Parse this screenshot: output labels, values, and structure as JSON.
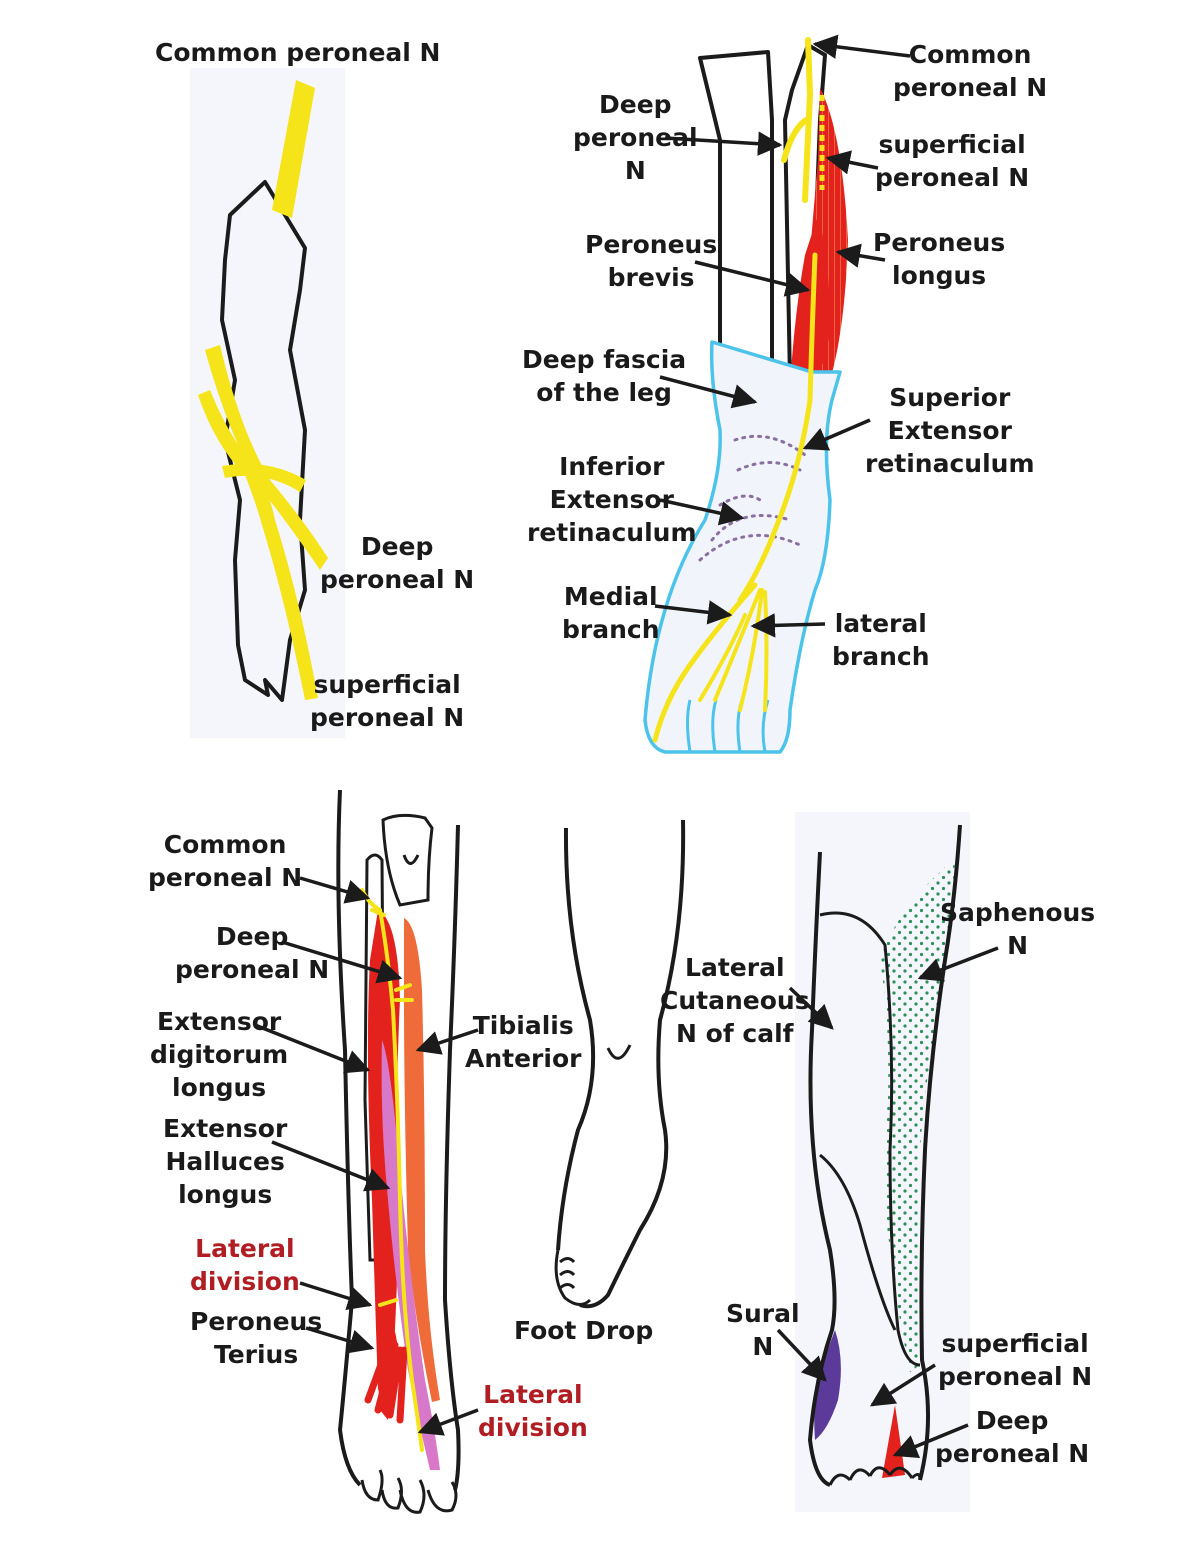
{
  "colors": {
    "nerve": "#f5e41a",
    "nerve_outline": "#d9c800",
    "muscle_red": "#e3221e",
    "muscle_orange": "#ef6b3a",
    "muscle_pink": "#d878c8",
    "fascia": "#4cc3ea",
    "retinaculum_dots": "#8a6fa0",
    "saphenous_dots": "#2f8f5b",
    "sural_fill": "#5b3a9a",
    "outline": "#1b1b1b",
    "label_red": "#b01e23"
  },
  "panel_a": {
    "common_peroneal": "Common peroneal N",
    "deep_peroneal": "Deep\nperoneal N",
    "superficial_peroneal": "superficial\nperoneal N"
  },
  "panel_b": {
    "common_peroneal": "Common\nperoneal N",
    "deep_peroneal": "Deep\nperoneal\nN",
    "superficial_peroneal": "superficial\nperoneal N",
    "peroneus_brevis": "Peroneus\nbrevis",
    "peroneus_longus": "Peroneus\nlongus",
    "deep_fascia": "Deep fascia\nof the leg",
    "superior_retinaculum": "Superior\nExtensor\nretinaculum",
    "inferior_retinaculum": "Inferior\nExtensor\nretinaculum",
    "medial_branch": "Medial\nbranch",
    "lateral_branch": "lateral\nbranch"
  },
  "panel_c": {
    "common_peroneal": "Common\nperoneal N",
    "deep_peroneal": "Deep\nperoneal N",
    "extensor_digitorum": "Extensor\ndigitorum\nlongus",
    "tibialis_anterior": "Tibialis\nAnterior",
    "extensor_halluces": "Extensor\nHalluces\nlongus",
    "lateral_division_1": "Lateral\ndivision",
    "peroneus_terius": "Peroneus\nTerius",
    "lateral_division_2": "Lateral\ndivision"
  },
  "panel_d": {
    "foot_drop": "Foot Drop"
  },
  "panel_e": {
    "lateral_cutaneous": "Lateral\nCutaneous\nN of calf",
    "saphenous": "Saphenous\nN",
    "sural": "Sural\nN",
    "superficial_peroneal": "superficial\nperoneal N",
    "deep_peroneal": "Deep\nperoneal N"
  }
}
